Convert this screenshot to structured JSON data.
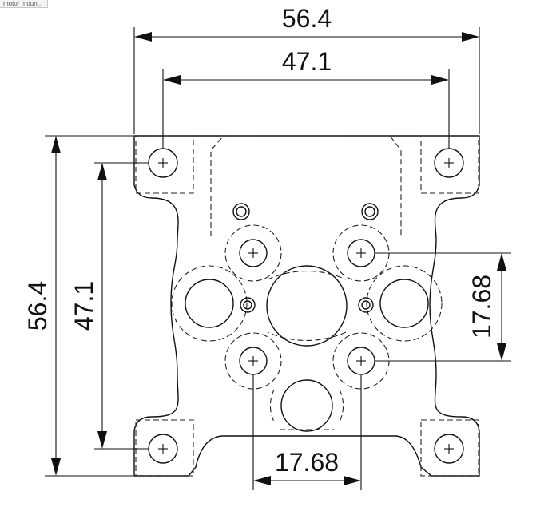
{
  "window": {
    "title": "motor moun..."
  },
  "dimensions": {
    "overall_width": "56.4",
    "hole_spacing_width": "47.1",
    "overall_height": "56.4",
    "hole_spacing_height": "47.1",
    "small_hole_vertical": "17.68",
    "small_hole_horizontal": "17.68"
  }
}
